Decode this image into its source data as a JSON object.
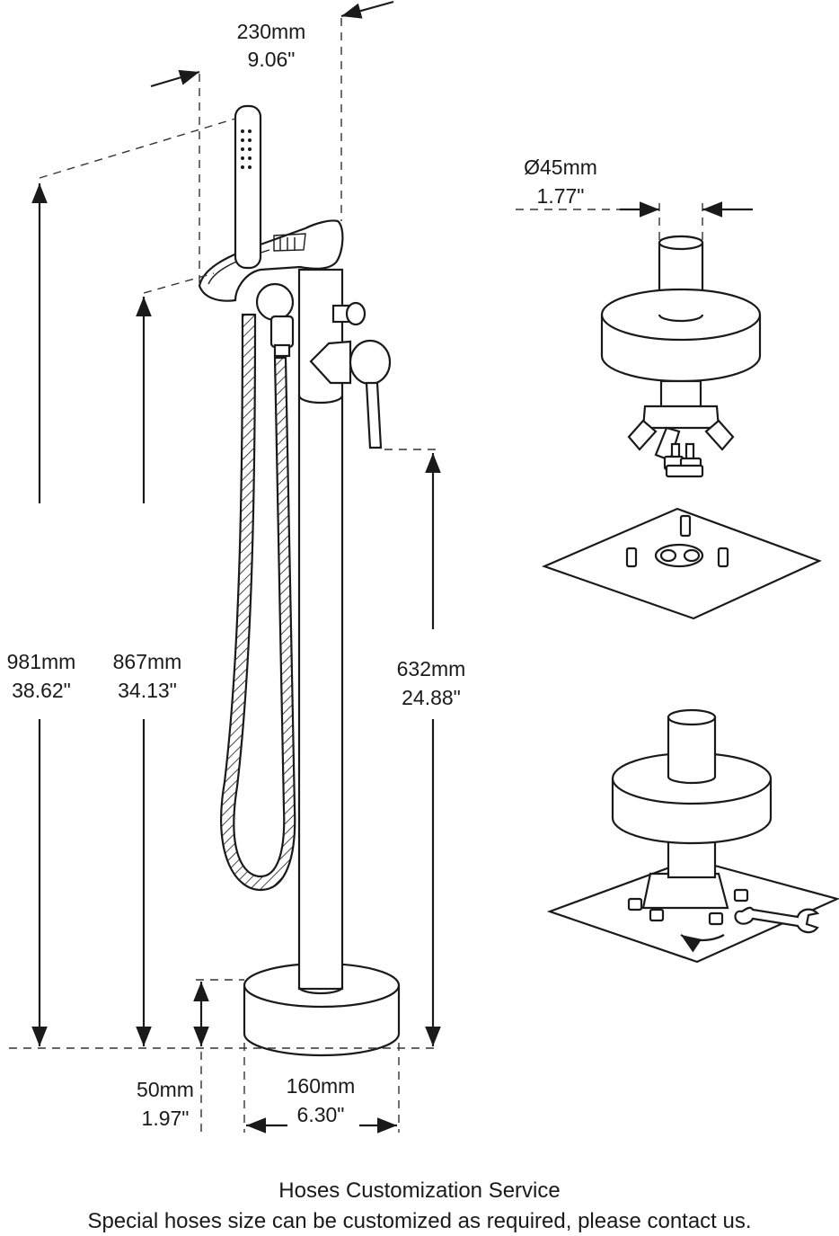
{
  "dimensions": {
    "top_width": {
      "mm": "230mm",
      "in": "9.06\""
    },
    "pipe_diameter": {
      "mm": "Ø45mm",
      "in": "1.77\""
    },
    "total_height": {
      "mm": "981mm",
      "in": "38.62\""
    },
    "spout_height": {
      "mm": "867mm",
      "in": "34.13\""
    },
    "handle_height": {
      "mm": "632mm",
      "in": "24.88\""
    },
    "base_height": {
      "mm": "50mm",
      "in": "1.97\""
    },
    "base_diameter": {
      "mm": "160mm",
      "in": "6.30\""
    }
  },
  "footer": {
    "title": "Hoses Customization Service",
    "note": "Special hoses size can be customized as required, please contact us."
  }
}
